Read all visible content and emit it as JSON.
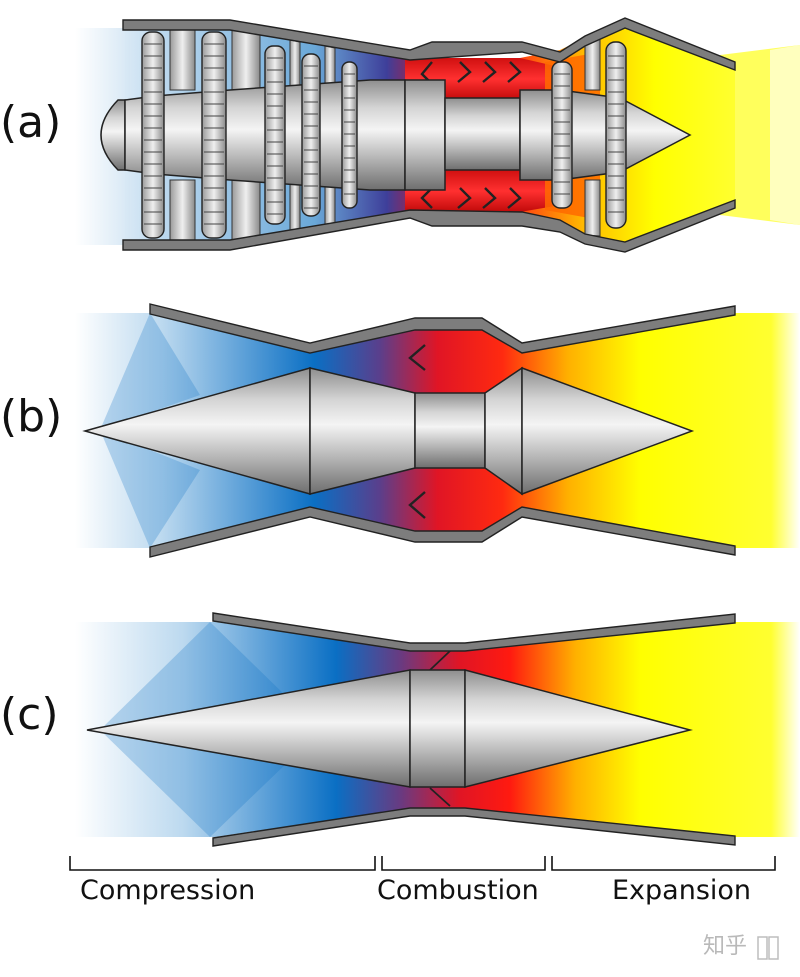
{
  "panels": [
    {
      "label": "(a)"
    },
    {
      "label": "(b)"
    },
    {
      "label": "(c)"
    }
  ],
  "sections": [
    {
      "label": "Compression"
    },
    {
      "label": "Combustion"
    },
    {
      "label": "Expansion"
    }
  ],
  "watermark": "知乎",
  "colors": {
    "cold": "#0a6fc4",
    "hot": "#f21616",
    "exhaust": "#ffff00",
    "casing": "#7d7d7d",
    "metal": "#c8c8c8"
  }
}
